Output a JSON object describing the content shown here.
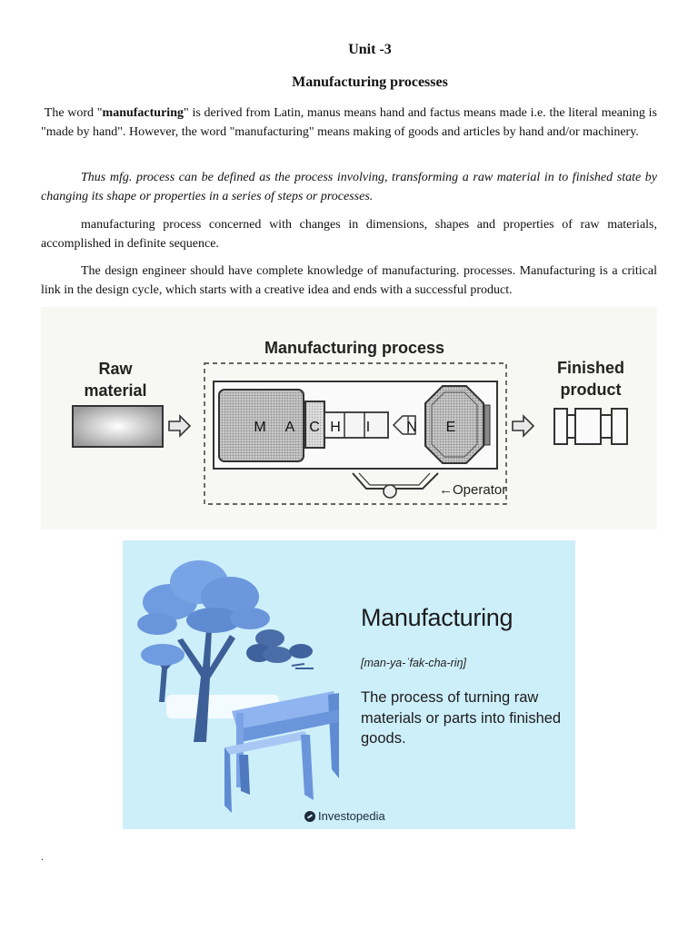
{
  "heading": {
    "unit": "Unit -3",
    "title": "Manufacturing processes"
  },
  "paragraphs": {
    "p1_intro": "The word \"",
    "p1_bold": "manufacturing",
    "p1_rest": "\" is derived from Latin, manus means hand and factus means made i.e. the literal meaning is \"made by hand\". However, the word \"manufacturing\" means making of goods and articles by hand and/or machinery.",
    "p2": "Thus mfg. process can be defined as the process involving, transforming a raw material in to finished state by changing its shape or properties in a series of steps or processes.",
    "p3": "manufacturing process concerned with changes in dimensions, shapes and properties of raw materials, accomplished in definite sequence.",
    "p4": "The design engineer should have complete knowledge of manufacturing. processes. Manufacturing is a critical link in the design cycle, which starts with a creative idea and ends with a successful product."
  },
  "diagram": {
    "title": "Manufacturing process",
    "raw_line1": "Raw",
    "raw_line2": "material",
    "finished_line1": "Finished",
    "finished_line2": "product",
    "machine_letters": [
      "M",
      "A",
      "C",
      "H",
      "I",
      "N",
      "E"
    ],
    "operator": "Operator"
  },
  "card": {
    "title": "Manufacturing",
    "pronunciation": "[man-ya-ˈfak-cha-riŋ]",
    "definition": "The process of turning raw materials or parts into finished goods.",
    "brand": "Investopedia"
  },
  "footer_mark": "."
}
